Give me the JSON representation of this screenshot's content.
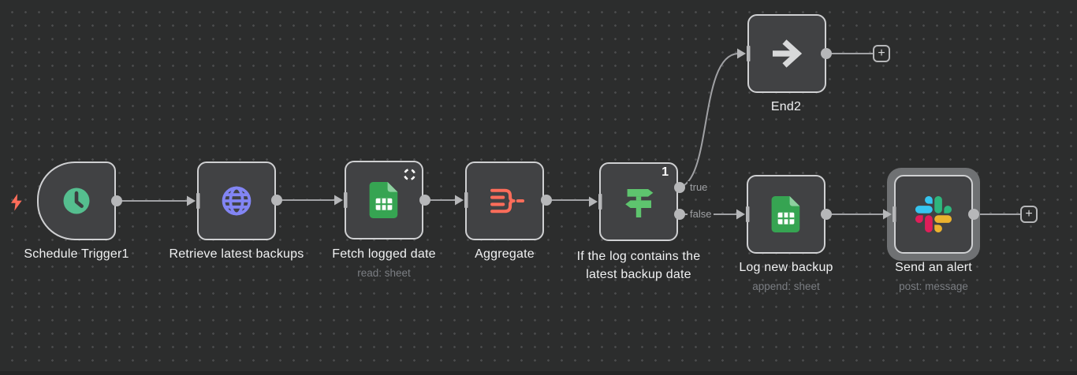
{
  "nodes": {
    "schedule": {
      "title": "Schedule Trigger1",
      "icon": "clock-icon"
    },
    "retrieve": {
      "title": "Retrieve latest backups",
      "icon": "globe-icon"
    },
    "fetch": {
      "title": "Fetch logged date",
      "subtitle": "read: sheet",
      "icon": "google-sheets-icon",
      "pinned": true
    },
    "aggregate": {
      "title": "Aggregate",
      "icon": "aggregate-icon"
    },
    "if": {
      "title": "If the log contains the latest backup date",
      "icon": "signpost-icon",
      "items_count": "1",
      "output_true": "true",
      "output_false": "false"
    },
    "end2": {
      "title": "End2",
      "icon": "arrow-right-icon"
    },
    "log": {
      "title": "Log new backup",
      "subtitle": "append: sheet",
      "icon": "google-sheets-icon"
    },
    "send": {
      "title": "Send an alert",
      "subtitle": "post: message",
      "icon": "slack-icon",
      "selected": true
    }
  },
  "buttons": {
    "add_node": "+"
  },
  "colors": {
    "canvas_bg": "#2c2d2d",
    "node_fill": "#414244",
    "node_border": "#cfd0d2",
    "wire": "#a0a1a4",
    "connector": "#b6b7b9",
    "title_text": "#f0f1f2",
    "subtitle_text": "#7b7e83",
    "trigger_bolt": "#ff6d5a",
    "clock_green": "#55be8f",
    "globe_purple": "#8285f4",
    "sheets_green": "#36a452",
    "aggregate_coral": "#ff6d5a",
    "signpost_green": "#5ec46e",
    "slack_blue": "#36C5F0",
    "slack_green": "#2EB67D",
    "slack_red": "#E01E5A",
    "slack_yellow": "#ECB22E"
  }
}
